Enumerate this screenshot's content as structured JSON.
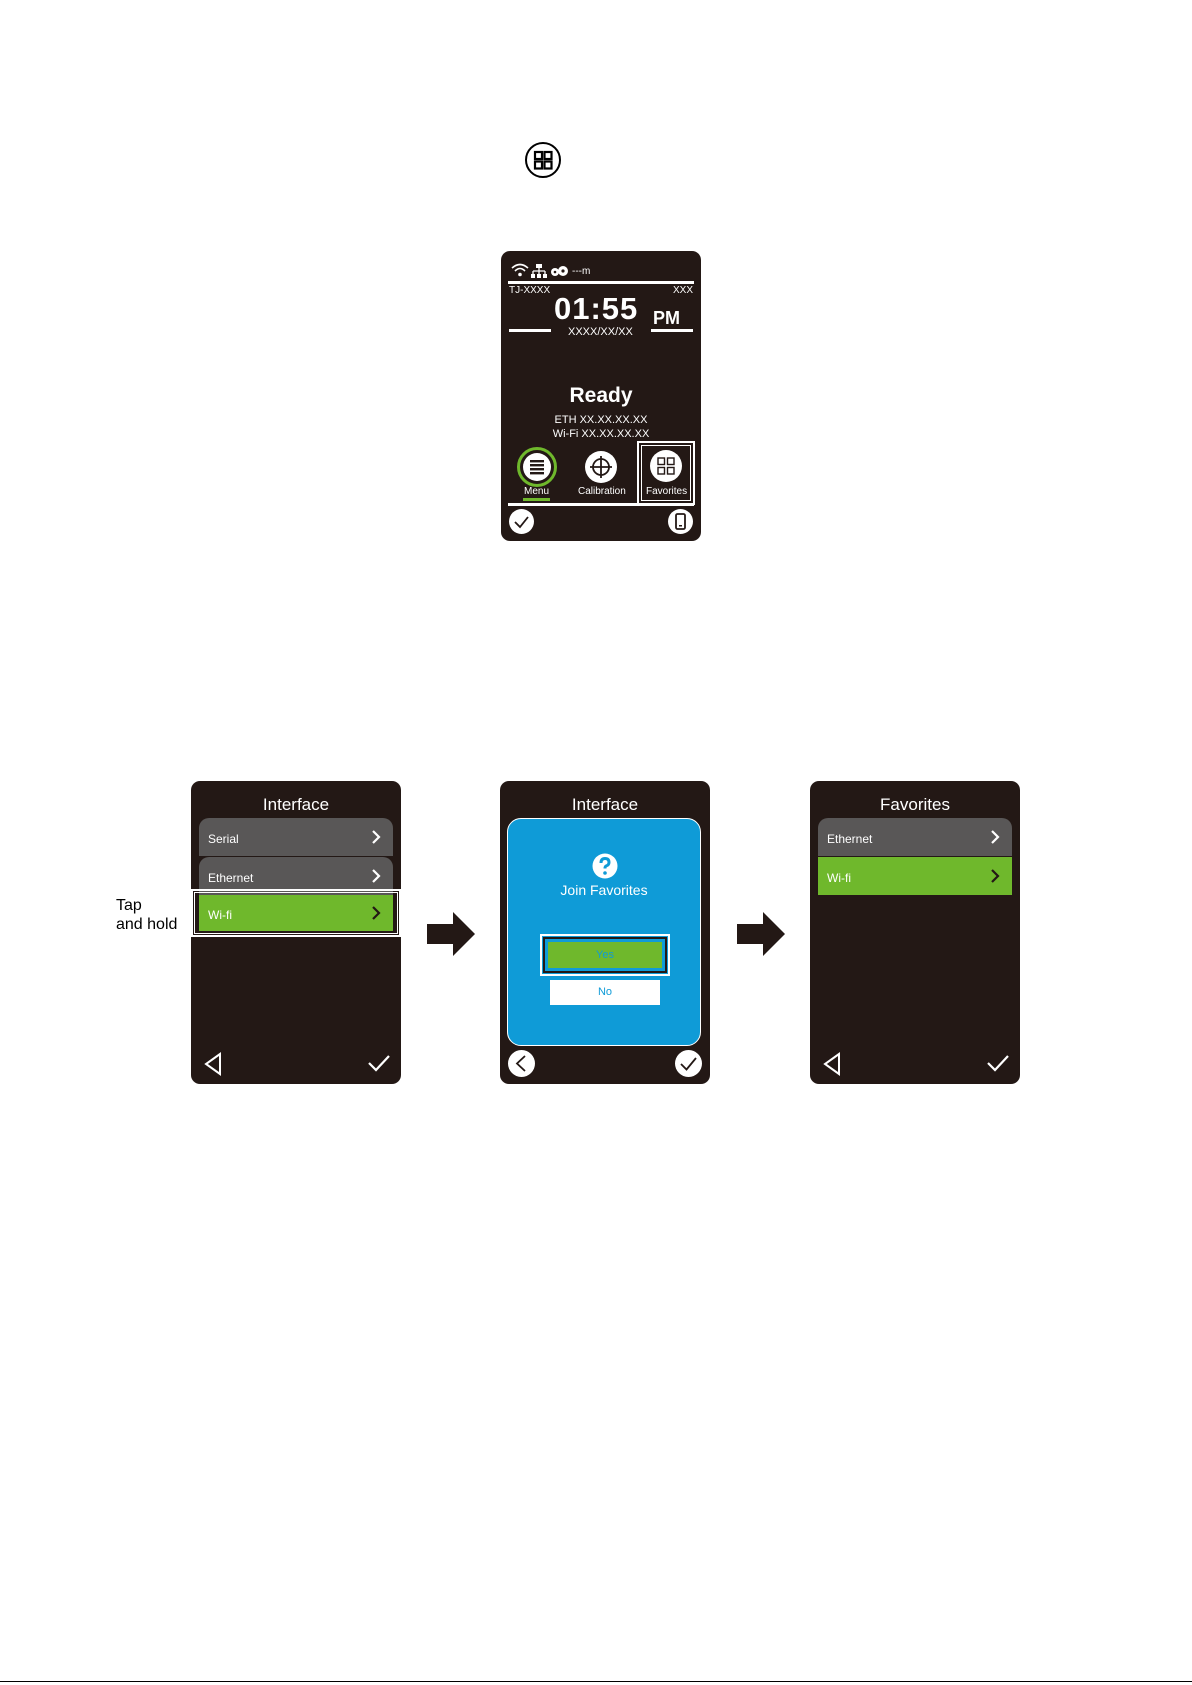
{
  "home": {
    "device": "TJ-XXXX",
    "code": "XXX",
    "time": "01:55",
    "ampm": "PM",
    "date": "XXXX/XX/XX",
    "status_length": "---m",
    "status": "Ready",
    "eth": "ETH XX.XX.XX.XX",
    "wifi": "Wi-Fi XX.XX.XX.XX",
    "buttons": {
      "menu": "Menu",
      "calibration": "Calibration",
      "favorites": "Favorites"
    }
  },
  "instruction": {
    "line1": "Tap",
    "line2": "and hold"
  },
  "screen1": {
    "title": "Interface",
    "items": [
      "Serial",
      "Ethernet",
      "Wi-fi"
    ]
  },
  "screen2": {
    "title": "Interface",
    "question": "Join Favorites",
    "yes": "Yes",
    "no": "No"
  },
  "screen3": {
    "title": "Favorites",
    "items": [
      "Ethernet",
      "Wi-fi"
    ]
  },
  "colors": {
    "screen_bg": "#231815",
    "green": "#6fb82c",
    "blue": "#0f9bd7",
    "item_gray": "#595757"
  }
}
